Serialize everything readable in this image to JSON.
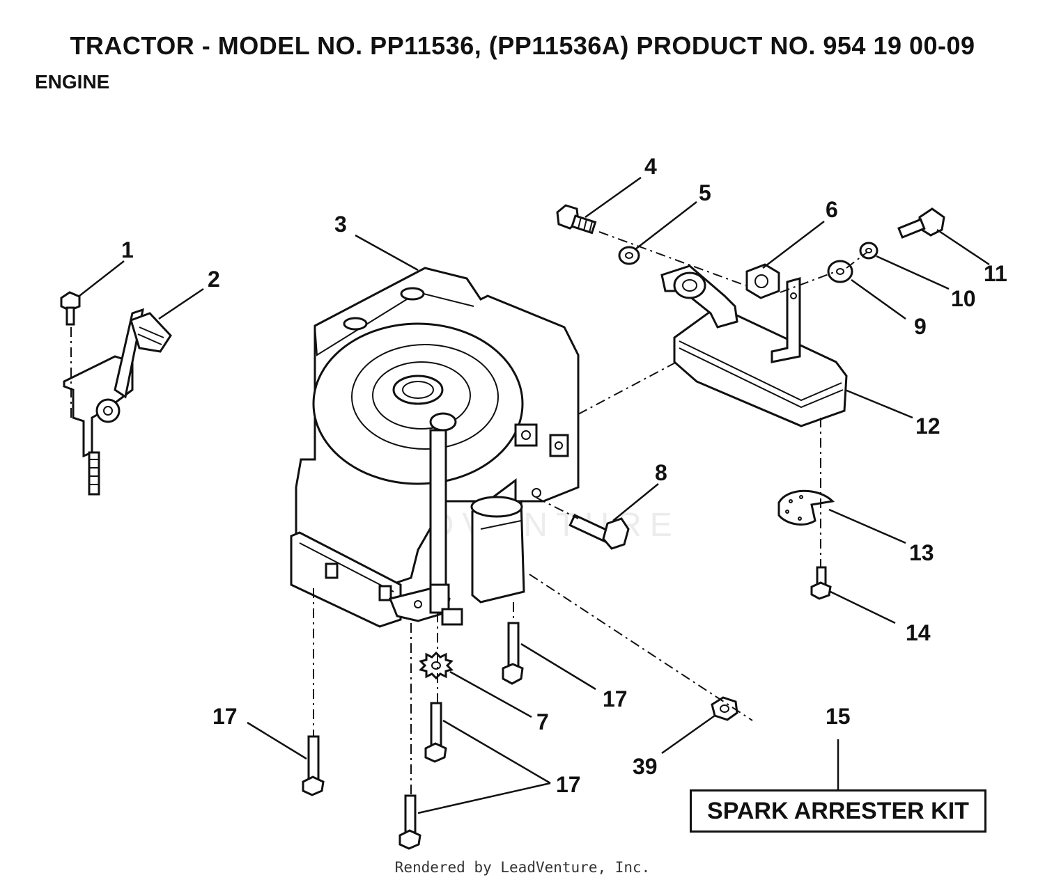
{
  "header": {
    "title": "TRACTOR - MODEL NO. PP11536, (PP11536A)  PRODUCT NO. 954 19 00-09",
    "section": "ENGINE"
  },
  "callouts": {
    "c1": "1",
    "c2": "2",
    "c3": "3",
    "c4": "4",
    "c5": "5",
    "c6": "6",
    "c7": "7",
    "c8": "8",
    "c9": "9",
    "c10": "10",
    "c11": "11",
    "c12": "12",
    "c13": "13",
    "c14": "14",
    "c15": "15",
    "c17a": "17",
    "c17b": "17",
    "c17c": "17",
    "c39": "39"
  },
  "kit_label": "SPARK ARRESTER KIT",
  "watermark": "LEADVENTURE",
  "footer": "Rendered by LeadVenture, Inc."
}
